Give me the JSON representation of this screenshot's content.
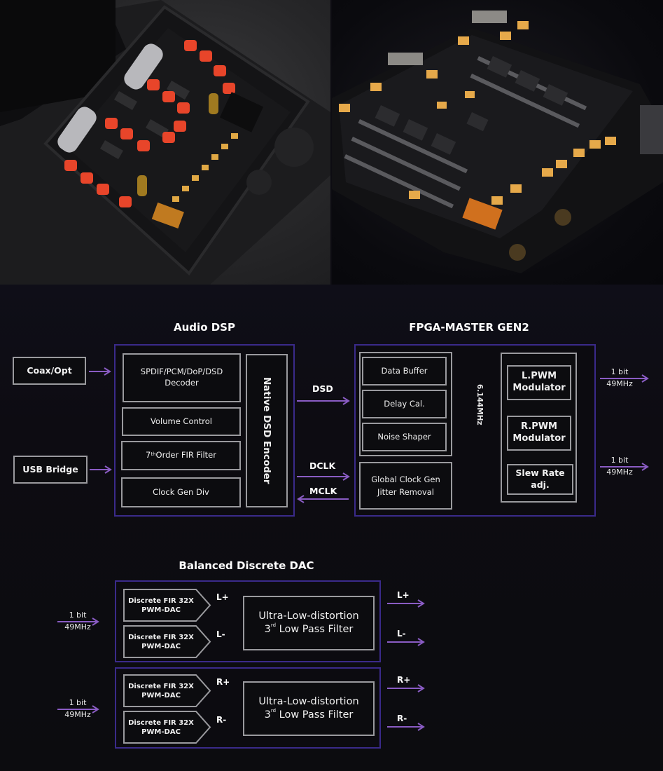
{
  "photos": {
    "left": {
      "description": "Open portable player chassis showing PCB with orange film capacitors, silver electrolytic capacitors and volume knobs"
    },
    "right": {
      "description": "Dark-lit PCB close-up with discrete resistor arrays, ICs and yellow tantalum capacitors"
    }
  },
  "audio_dsp": {
    "title": "Audio DSP",
    "inputs": [
      {
        "label": "Coax/Opt"
      },
      {
        "label": "USB Bridge"
      }
    ],
    "blocks": [
      {
        "line1": "SPDIF/PCM/DoP/DSD",
        "line2": "Decoder"
      },
      {
        "line1": "Volume Control"
      },
      {
        "prefix": "7",
        "sup": "th",
        "rest": "Order FIR Filter"
      },
      {
        "line1": "Clock Gen Div"
      }
    ],
    "encoder": "Native DSD Encoder"
  },
  "links": {
    "dsd": "DSD",
    "dclk": "DCLK",
    "mclk": "MCLK"
  },
  "fpga": {
    "title": "FPGA-MASTER GEN2",
    "buffer_group": [
      "Data Buffer",
      "Delay Cal.",
      "Noise Shaper"
    ],
    "clock_block": {
      "line1": "Global Clock Gen",
      "line2": "Jitter Removal"
    },
    "clock_freq": "6.144MHz",
    "modulators": [
      {
        "line1": "L.PWM",
        "line2": "Modulator"
      },
      {
        "line1": "R.PWM",
        "line2": "Modulator"
      },
      {
        "line1": "Slew Rate adj."
      }
    ],
    "outputs": [
      {
        "line1": "1 bit",
        "line2": "49MHz"
      },
      {
        "line1": "1 bit",
        "line2": "49MHz"
      }
    ]
  },
  "dac": {
    "title": "Balanced Discrete DAC",
    "channels": [
      {
        "input": {
          "line1": "1 bit",
          "line2": "49MHz"
        },
        "dacs": [
          {
            "line1": "Discrete FIR 32X",
            "line2": "PWM-DAC",
            "out": "L+"
          },
          {
            "line1": "Discrete FIR 32X",
            "line2": "PWM-DAC",
            "out": "L-"
          }
        ],
        "filter": {
          "line1": "Ultra-Low-distortion",
          "prefix": "3",
          "sup": "rd",
          "rest": " Low Pass Filter"
        },
        "outputs": [
          "L+",
          "L-"
        ]
      },
      {
        "input": {
          "line1": "1 bit",
          "line2": "49MHz"
        },
        "dacs": [
          {
            "line1": "Discrete FIR 32X",
            "line2": "PWM-DAC",
            "out": "R+"
          },
          {
            "line1": "Discrete FIR 32X",
            "line2": "PWM-DAC",
            "out": "R-"
          }
        ],
        "filter": {
          "line1": "Ultra-Low-distortion",
          "prefix": "3",
          "sup": "rd",
          "rest": " Low Pass Filter"
        },
        "outputs": [
          "R+",
          "R-"
        ]
      }
    ]
  },
  "colors": {
    "background": "#0d0c12",
    "arrow": "#8a5cc4",
    "group_border": "#3a2a8a",
    "block_border": "#9a9a9e",
    "text": "#ffffff"
  }
}
